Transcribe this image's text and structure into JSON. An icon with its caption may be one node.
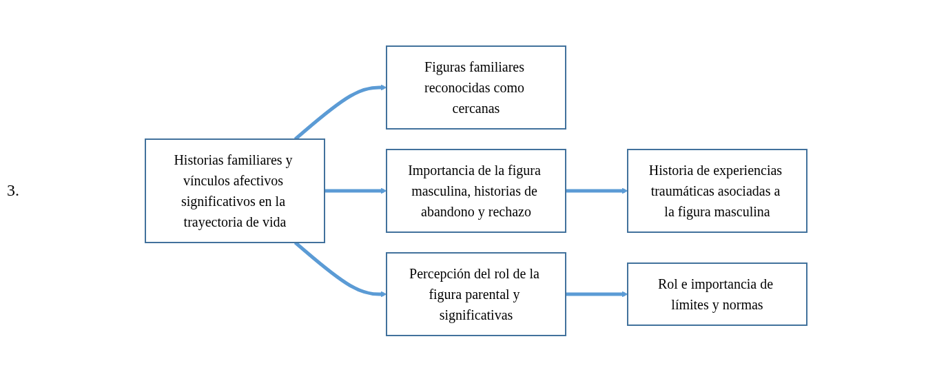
{
  "diagram": {
    "nodes": [
      {
        "text": [
          "Historias familiares y vínculos afectivos significativos en la trayectoria de vida"
        ]
      },
      {
        "text": [
          "Figuras familiares reconocidas como cercanas"
        ]
      },
      {
        "text": [
          "Importancia de la figura masculina, historias de abandono y rechazo"
        ]
      },
      {
        "text": [
          "Percepción del rol de la figura parental y significativas"
        ]
      },
      {
        "text": [
          "Historia de experiencias traumáticas asociadas a la figura masculina"
        ]
      },
      {
        "text": [
          "Rol e importancia de límites y normas"
        ]
      }
    ],
    "edges": [
      {
        "from": 0,
        "to": 1,
        "arrow": "to"
      },
      {
        "from": 0,
        "to": 2,
        "arrow": "to"
      },
      {
        "from": 0,
        "to": 3,
        "arrow": "to"
      },
      {
        "from": 2,
        "to": 4,
        "arrow": "to"
      },
      {
        "from": 3,
        "to": 5,
        "arrow": "to"
      }
    ],
    "labels": [
      "3."
    ]
  }
}
